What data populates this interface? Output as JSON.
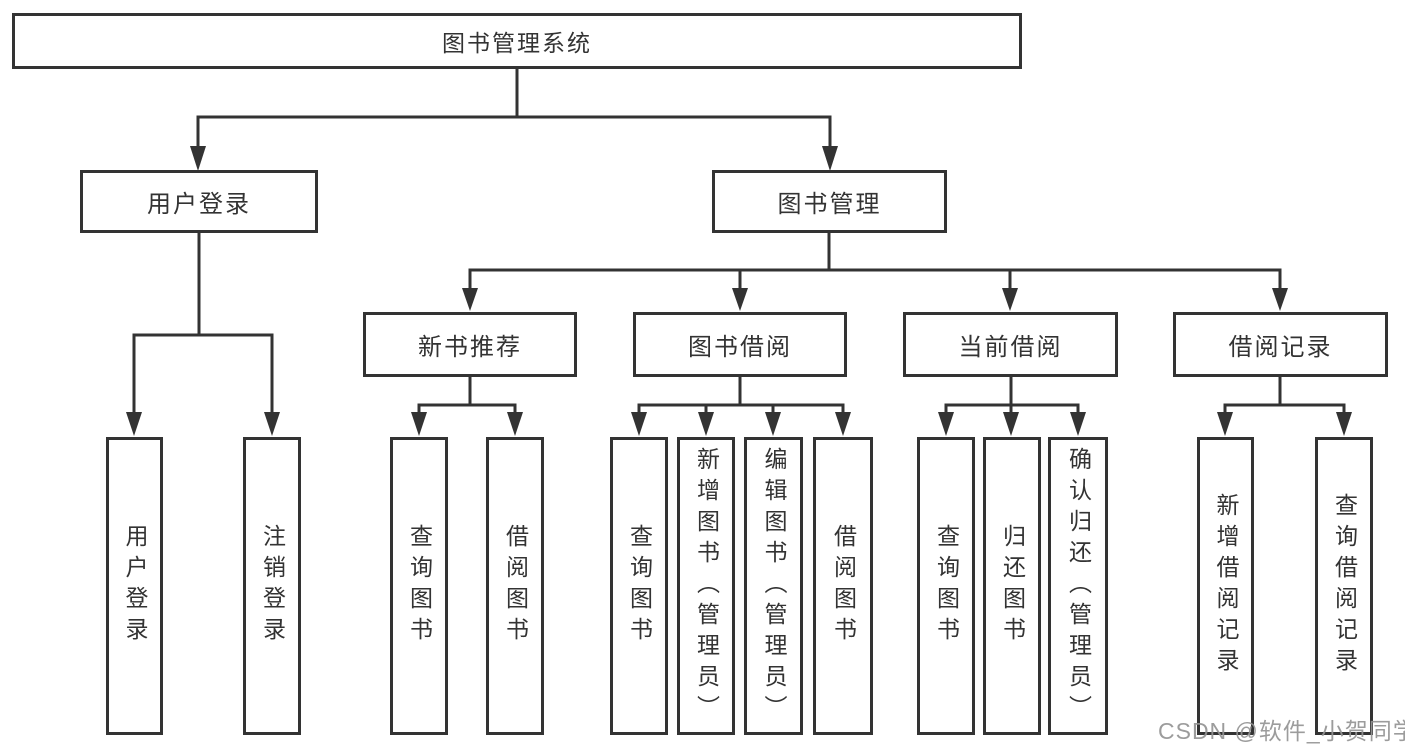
{
  "diagram": {
    "root": "图书管理系统",
    "branches": {
      "user_login": "用户登录",
      "book_mgmt": "图书管理"
    },
    "modules": {
      "new_book_rec": "新书推荐",
      "book_borrow": "图书借阅",
      "current_borrow": "当前借阅",
      "borrow_records": "借阅记录"
    },
    "leaves": {
      "user_login_1": "用户登录",
      "user_login_2": "注销登录",
      "new_book_rec_1": "查询图书",
      "new_book_rec_2": "借阅图书",
      "book_borrow_1": "查询图书",
      "book_borrow_2": "新增图书（管理员）",
      "book_borrow_3": "编辑图书（管理员）",
      "book_borrow_4": "借阅图书",
      "current_borrow_1": "查询图书",
      "current_borrow_2": "归还图书",
      "current_borrow_3": "确认归还（管理员）",
      "borrow_records_1": "新增借阅记录",
      "borrow_records_2": "查询借阅记录"
    }
  },
  "watermark": "CSDN @软件_小贺同学",
  "colors": {
    "line": "#333333",
    "text": "#333333",
    "watermark_text": "#949494",
    "background": "#ffffff"
  }
}
